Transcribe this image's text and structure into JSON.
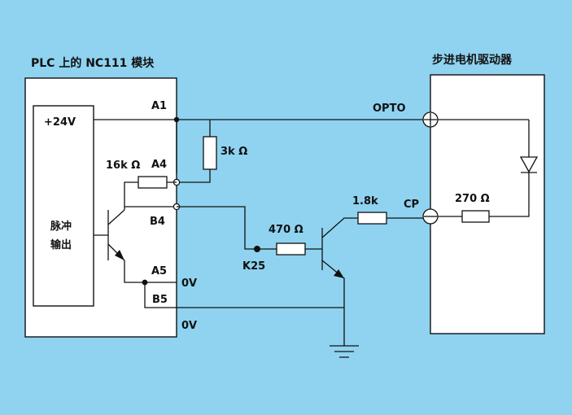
{
  "plc_module": {
    "title": "PLC 上的 NC111 模块",
    "supply": "+24V",
    "pulse_line1": "脉冲",
    "pulse_line2": "输出",
    "terminal_a1": "A1",
    "terminal_a4": "A4",
    "terminal_b4": "B4",
    "terminal_a5": "A5",
    "terminal_b5": "B5",
    "ov_a5": "0V",
    "ov_b5": "0V"
  },
  "driver": {
    "title": "步进电机驱动器",
    "opto_label": "OPTO",
    "cp_label": "CP",
    "resistor_270": "270 Ω"
  },
  "external": {
    "resistor_3k": "3k Ω",
    "resistor_16k": "16k Ω",
    "resistor_470": "470 Ω",
    "resistor_1k8": "1.8k",
    "node_k25": "K25"
  }
}
